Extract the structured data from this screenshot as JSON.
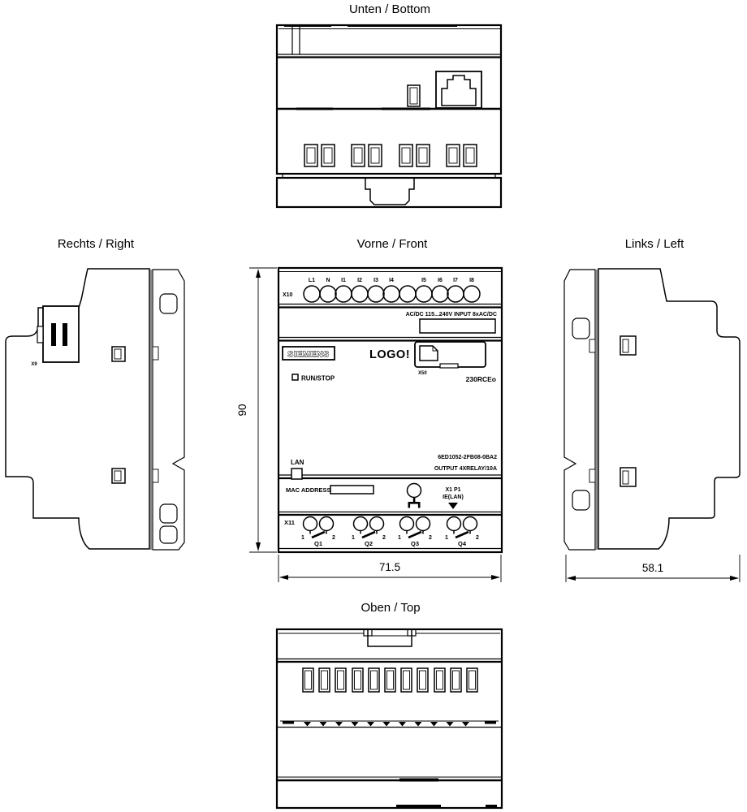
{
  "background": "#ffffff",
  "line_color": "#000000",
  "views": {
    "bottom": {
      "title": "Unten / Bottom"
    },
    "right": {
      "title": "Rechts / Right",
      "expansion_connector_label": "X9"
    },
    "front": {
      "title": "Vorne / Front",
      "input_terminal_block": "X10",
      "input_terminal_labels": [
        "L1",
        "N",
        "I1",
        "I2",
        "I3",
        "I4",
        "",
        "I5",
        "I6",
        "I7",
        "I8"
      ],
      "input_rating": "AC/DC 115...240V INPUT 8xAC/DC",
      "brand": "SIEMENS",
      "product_name": "LOGO!",
      "card_slot_label": "X50",
      "model": "230RCEo",
      "run_stop_label": "RUN/STOP",
      "lan_label": "LAN",
      "order_number": "6ED1052-2FB08-0BA2",
      "output_rating": "OUTPUT 4XRELAY/10A",
      "mac_address_label": "MAC ADDRESS",
      "port_label_line1": "X1 P1",
      "port_label_line2": "IE(LAN)",
      "output_terminal_block": "X11",
      "outputs": [
        {
          "terminal_1": "1",
          "terminal_2": "2",
          "label": "Q1"
        },
        {
          "terminal_1": "1",
          "terminal_2": "2",
          "label": "Q2"
        },
        {
          "terminal_1": "1",
          "terminal_2": "2",
          "label": "Q3"
        },
        {
          "terminal_1": "1",
          "terminal_2": "2",
          "label": "Q4"
        }
      ]
    },
    "left": {
      "title": "Links / Left"
    },
    "top": {
      "title": "Oben / Top"
    }
  },
  "dimensions_mm": {
    "height": "90",
    "width": "71.5",
    "depth": "58.1"
  },
  "icons": {
    "ethernet_port": "rj45-port-icon",
    "memory_card": "sd-card-icon",
    "lan_network": "network-icon",
    "port_pointer": "triangle-down-icon",
    "din_rail_clip": "din-clip"
  }
}
